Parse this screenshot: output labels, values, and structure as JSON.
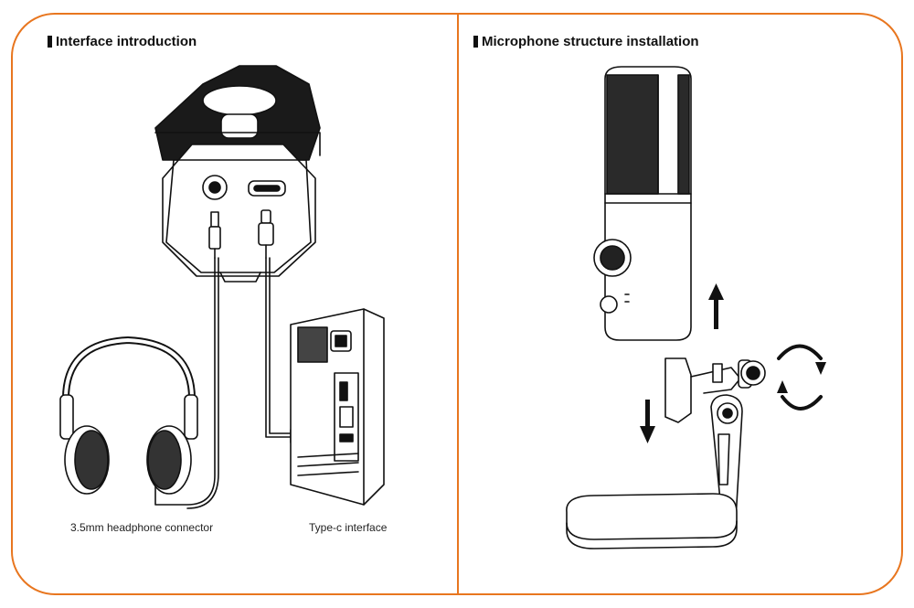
{
  "left_panel": {
    "heading": "Interface introduction",
    "caption_headphone": "3.5mm headphone connector",
    "caption_typec": "Type-c interface"
  },
  "right_panel": {
    "heading": "Microphone structure installation"
  },
  "colors": {
    "frame": "#e8761f",
    "ink": "#111111"
  }
}
